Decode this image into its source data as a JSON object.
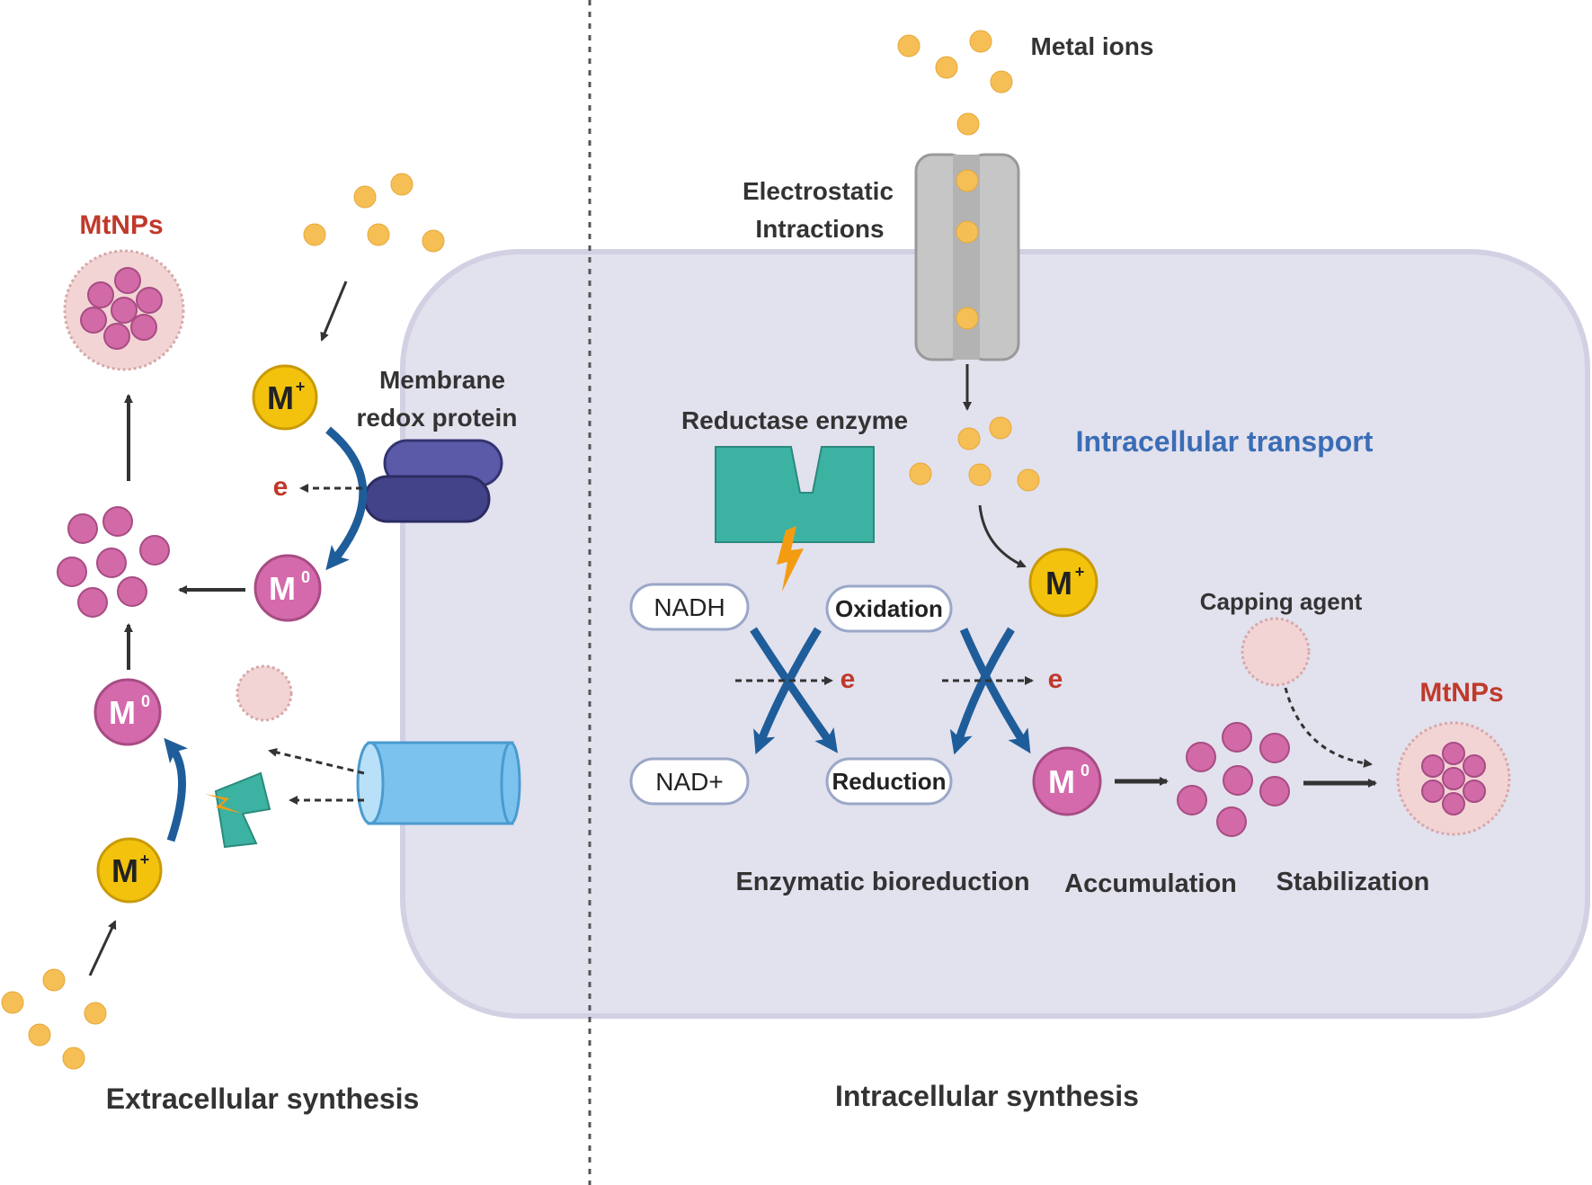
{
  "colors": {
    "cell": "#e2e1ee",
    "cell_border": "#d2d0e3",
    "ion": "#f6bf55",
    "mplus": "#f2c20d",
    "mzero": "#d46aac",
    "np": "#d16aa6",
    "nanoparticle_red": "#c0392b",
    "arrow_blue": "#1e5d9a",
    "enzyme_teal": "#3cb2a3",
    "membrane_protein": "#43438a",
    "channel_blue": "#7cc2ee",
    "title_blue": "#3b6db6",
    "capping": "#f2d4d4"
  },
  "labels": {
    "metal_ions": "Metal ions",
    "electrostatic_1": "Electrostatic",
    "electrostatic_2": "Intractions",
    "mtnps_left": "MtNPs",
    "mtnps_right": "MtNPs",
    "membrane_1": "Membrane",
    "membrane_2": "redox protein",
    "reductase": "Reductase enzyme",
    "intracellular_transport": "Intracellular transport",
    "capping_agent": "Capping agent",
    "nadh": "NADH",
    "nad_plus": "NAD+",
    "oxidation": "Oxidation",
    "reduction": "Reduction",
    "electron": "e",
    "m_plus": "M",
    "m_plus_sup": "+",
    "m_zero": "M",
    "m_zero_sup": "0",
    "enzymatic_bioreduction": "Enzymatic bioreduction",
    "accumulation": "Accumulation",
    "stabilization": "Stabilization",
    "extracellular_synthesis": "Extracellular synthesis",
    "intracellular_synthesis": "Intracellular synthesis"
  }
}
